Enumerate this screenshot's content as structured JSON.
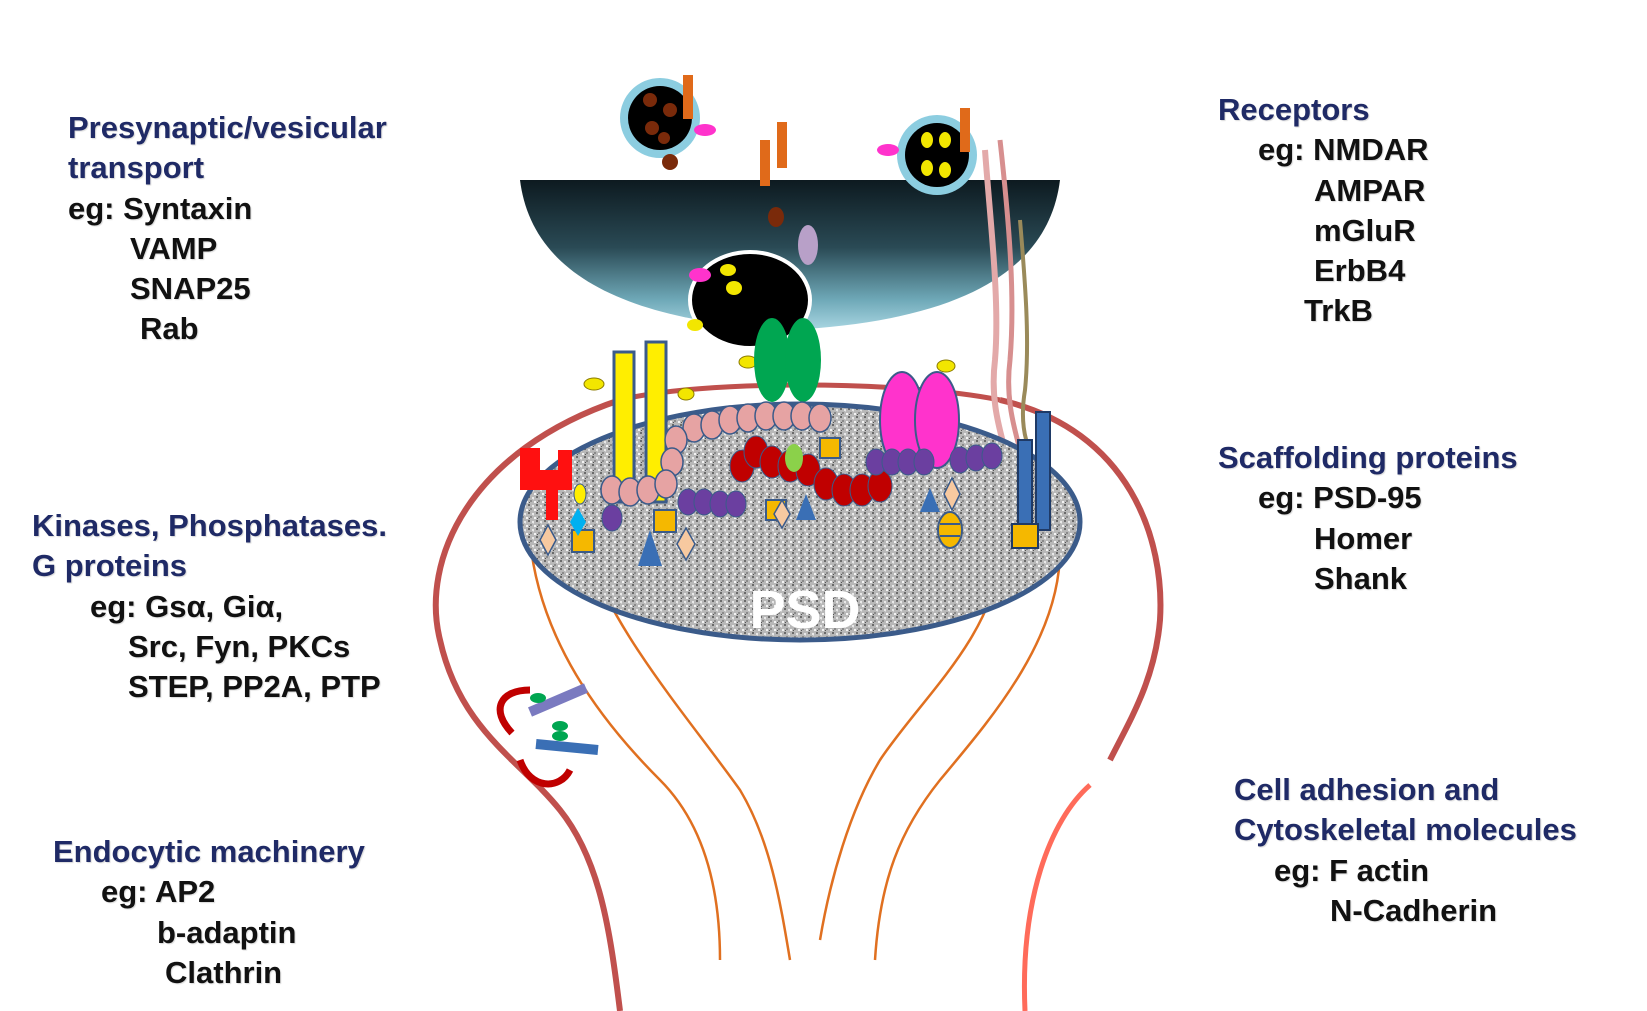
{
  "labels": {
    "presynaptic": {
      "title_line1": "Presynaptic/vesicular",
      "title_line2": "transport",
      "lines": [
        "eg: Syntaxin",
        "VAMP",
        "SNAP25",
        "Rab"
      ]
    },
    "kinases": {
      "title_line1": "Kinases, Phosphatases.",
      "title_line2": "G proteins",
      "lines": [
        "eg: Gsα, Giα,",
        "Src, Fyn, PKCs",
        "STEP, PP2A, PTP"
      ]
    },
    "endocytic": {
      "title": "Endocytic machinery",
      "lines": [
        "eg: AP2",
        "b-adaptin",
        "Clathrin"
      ]
    },
    "receptors": {
      "title": "Receptors",
      "lines": [
        "eg: NMDAR",
        "AMPAR",
        "mGluR",
        "ErbB4",
        "TrkB"
      ]
    },
    "scaffolding": {
      "title": "Scaffolding proteins",
      "lines": [
        "eg: PSD-95",
        "Homer",
        "Shank"
      ]
    },
    "adhesion": {
      "title_line1": "Cell adhesion and",
      "title_line2": "Cytoskeletal molecules",
      "lines": [
        "eg: F actin",
        "N-Cadherin"
      ]
    }
  },
  "diagram": {
    "psd_label": "PSD"
  },
  "colors": {
    "category_title": "#1f2a66",
    "membrane": "#c0504d",
    "psd_fill": "#b5b5b5",
    "psd_outline": "#3b5b8a",
    "presynaptic_terminal": "#1f3a44",
    "vesicle_ring": "#8ccde0",
    "glutamate": "#f2e600",
    "receptor_yellow": "#ffee00",
    "receptor_green": "#00a651",
    "receptor_magenta": "#ff33cc",
    "receptor_blue": "#3a6fb5",
    "psd95_purple": "#6b3fa0",
    "homer_red": "#c00000",
    "shank_pink": "#e0a0a0",
    "kinase_orange": "#f5b800",
    "cytoskeleton_orange": "#e07020"
  }
}
